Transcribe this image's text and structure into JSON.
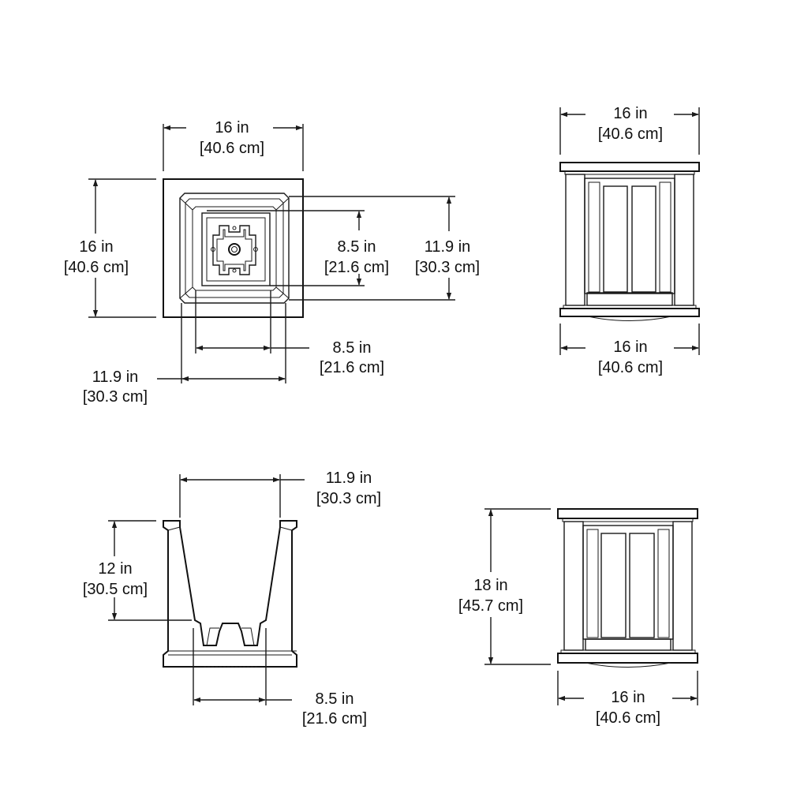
{
  "colors": {
    "line": "#1a1a1a",
    "text": "#111111",
    "background": "#ffffff"
  },
  "top_view": {
    "width": {
      "in": "16 in",
      "cm": "[40.6 cm]"
    },
    "depth": {
      "in": "16 in",
      "cm": "[40.6 cm]"
    },
    "inner_base": {
      "in": "8.5 in",
      "cm": "[21.6 cm]"
    },
    "inner_top": {
      "in": "11.9 in",
      "cm": "[30.3 cm]"
    },
    "bottom_base": {
      "in": "8.5 in",
      "cm": "[21.6 cm]"
    },
    "bottom_top": {
      "in": "11.9 in",
      "cm": "[30.3 cm]"
    }
  },
  "front_view": {
    "top_width": {
      "in": "16 in",
      "cm": "[40.6 cm]"
    },
    "bottom_width": {
      "in": "16 in",
      "cm": "[40.6 cm]"
    }
  },
  "section_view": {
    "top_width": {
      "in": "11.9 in",
      "cm": "[30.3 cm]"
    },
    "height": {
      "in": "12 in",
      "cm": "[30.5 cm]"
    },
    "base_width": {
      "in": "8.5 in",
      "cm": "[21.6 cm]"
    }
  },
  "side_view": {
    "height": {
      "in": "18 in",
      "cm": "[45.7 cm]"
    },
    "width": {
      "in": "16 in",
      "cm": "[40.6 cm]"
    }
  }
}
